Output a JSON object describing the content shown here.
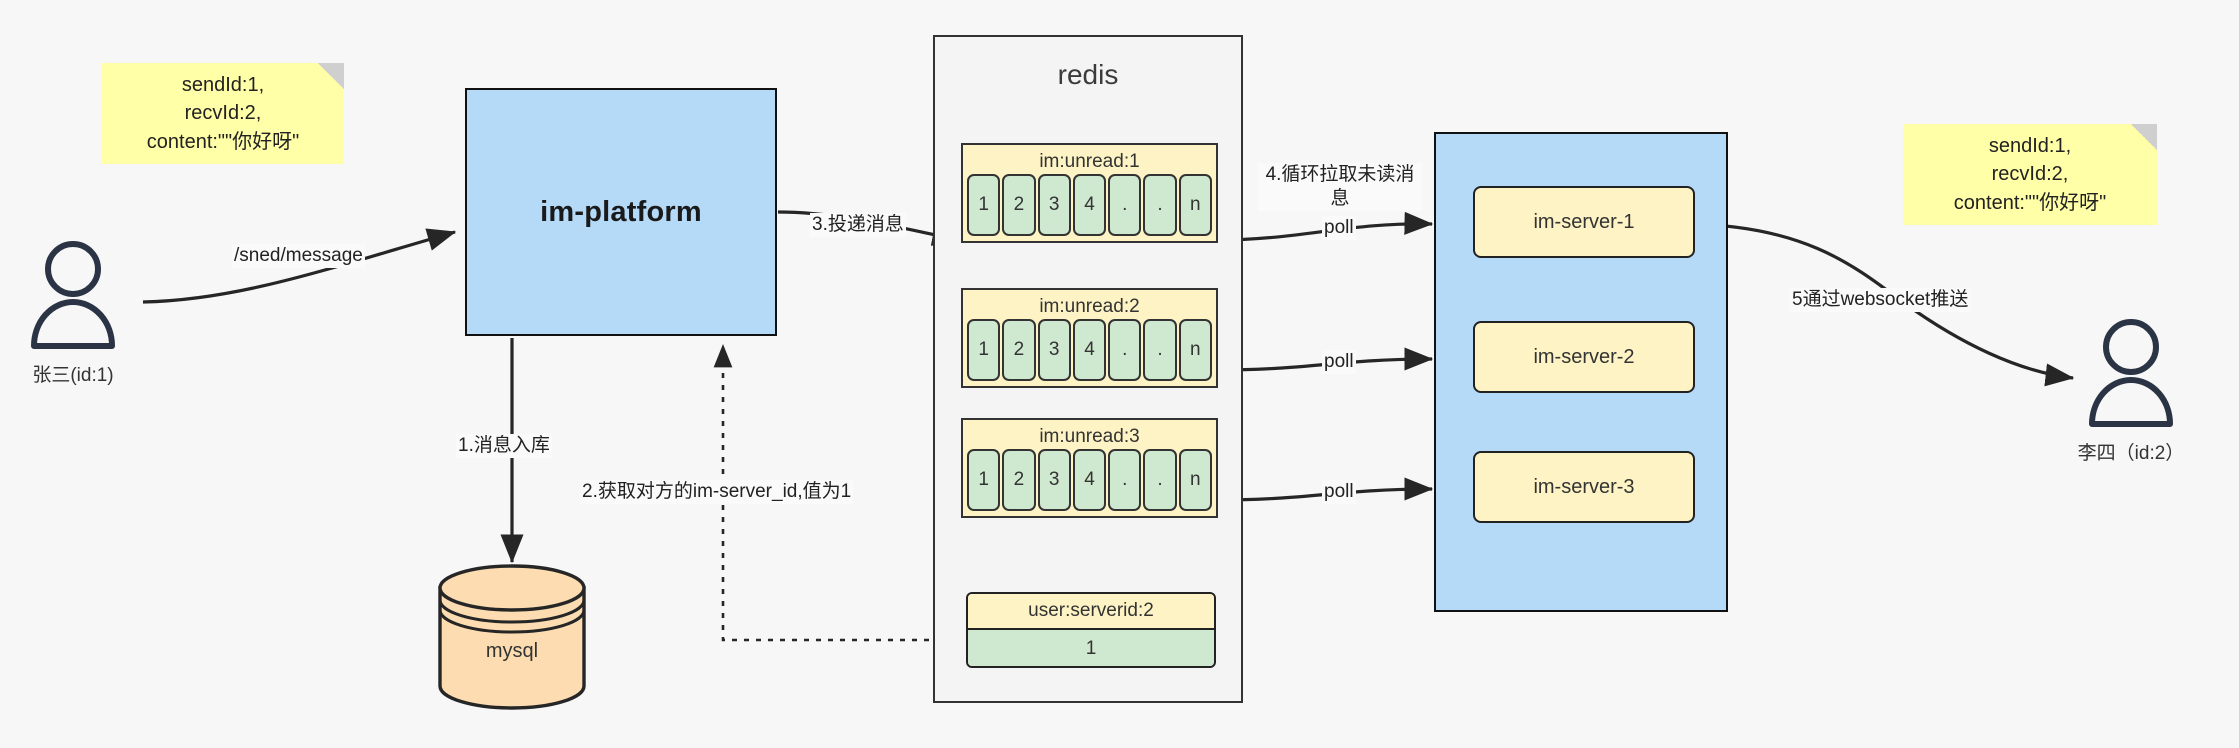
{
  "diagram": {
    "title": "IM message delivery architecture",
    "colors": {
      "note_yellow": "#ffffa8",
      "box_blue": "#b4daf8",
      "key_yellow": "#fdf3c4",
      "cell_green": "#cfe8d0",
      "db_orange": "#fcdcb0",
      "stroke": "#222222",
      "canvas": "#f7f7f7"
    }
  },
  "actors": {
    "sender": {
      "label": "张三(id:1)",
      "icon": "person-icon"
    },
    "receiver": {
      "label": "李四（id:2）",
      "icon": "person-icon"
    }
  },
  "notes": {
    "left": {
      "text": "sendId:1,\nrecvId:2,\ncontent:\"\"你好呀\""
    },
    "right": {
      "text": "sendId:1,\nrecvId:2,\ncontent:\"\"你好呀\""
    }
  },
  "platform": {
    "label": "im-platform"
  },
  "database": {
    "label": "mysql"
  },
  "redis": {
    "title": "redis",
    "lists": [
      {
        "key": "im:unread:1",
        "cells": [
          "1",
          "2",
          "3",
          "4",
          ".",
          ".",
          "n"
        ]
      },
      {
        "key": "im:unread:2",
        "cells": [
          "1",
          "2",
          "3",
          "4",
          ".",
          ".",
          "n"
        ]
      },
      {
        "key": "im:unread:3",
        "cells": [
          "1",
          "2",
          "3",
          "4",
          ".",
          ".",
          "n"
        ]
      }
    ],
    "kv": {
      "key": "user:serverid:2",
      "value": "1"
    }
  },
  "server_cluster": {
    "servers": [
      {
        "label": "im-server-1"
      },
      {
        "label": "im-server-2"
      },
      {
        "label": "im-server-3"
      }
    ]
  },
  "edges": {
    "send_message": "/sned/message",
    "step1": "1.消息入库",
    "step2": "2.获取对方的im-server_id,值为1",
    "step3": "3.投递消息",
    "step4": "4.循环拉取未读消\n息",
    "poll1": "poll",
    "poll2": "poll",
    "poll3": "poll",
    "step5": "5通过websocket推送"
  }
}
